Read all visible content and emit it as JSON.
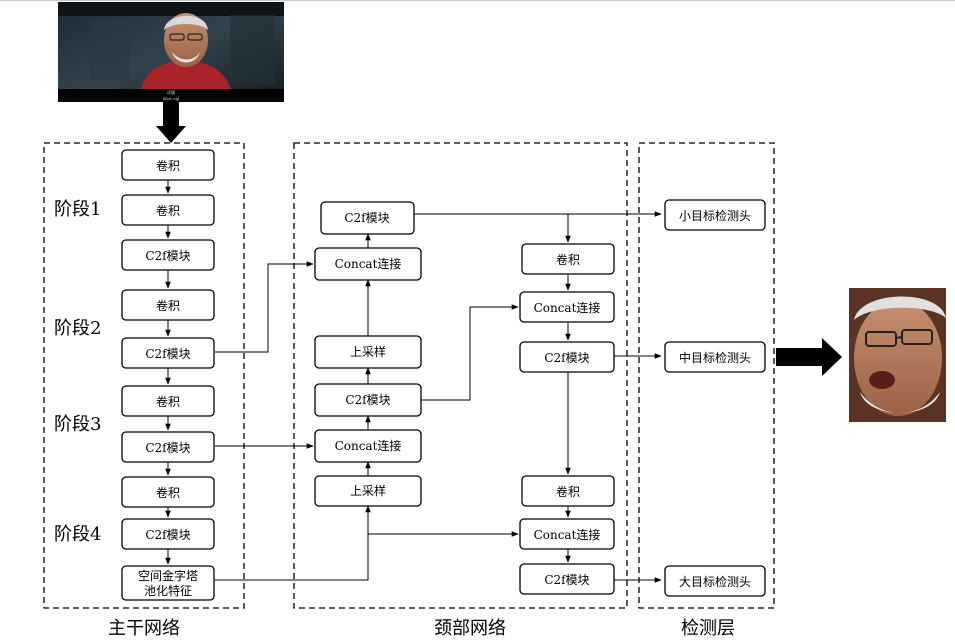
{
  "regions": {
    "backbone": "主干网络",
    "neck": "颈部网络",
    "head": "检测层"
  },
  "stages": [
    "阶段1",
    "阶段2",
    "阶段3",
    "阶段4"
  ],
  "backbone_blocks": [
    "卷积",
    "卷积",
    "C2f模块",
    "卷积",
    "C2f模块",
    "卷积",
    "C2f模块",
    "卷积",
    "C2f模块"
  ],
  "sppf": [
    "空间金字塔",
    "池化特征"
  ],
  "neck_left": [
    "C2f模块",
    "Concat连接",
    "上采样",
    "C2f模块",
    "Concat连接",
    "上采样"
  ],
  "neck_right": [
    "卷积",
    "Concat连接",
    "C2f模块",
    "卷积",
    "Concat连接",
    "C2f模块"
  ],
  "heads": [
    "小目标检测头",
    "中目标检测头",
    "大目标检测头"
  ],
  "input_image": {
    "caption_line1": "试镜",
    "caption_line2": "Shot ogl"
  },
  "colors": {
    "line": "#000000",
    "box_fill": "#ffffff"
  }
}
